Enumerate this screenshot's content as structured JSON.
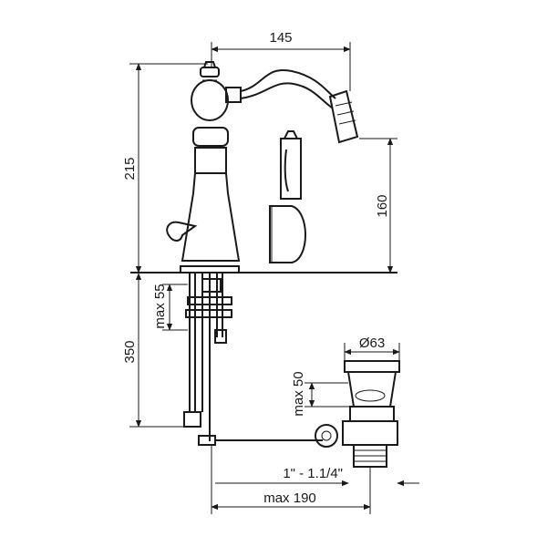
{
  "dimensions": {
    "spout_reach": "145",
    "total_height": "215",
    "spout_height": "160",
    "max_thickness": "max 55",
    "hose_length": "350",
    "waste_diameter": "Ø63",
    "waste_max_thickness": "max 50",
    "waste_thread": "1\" - 1.1/4\"",
    "rod_reach": "max 190"
  },
  "colors": {
    "line": "#1a1a1a",
    "background": "#ffffff"
  }
}
